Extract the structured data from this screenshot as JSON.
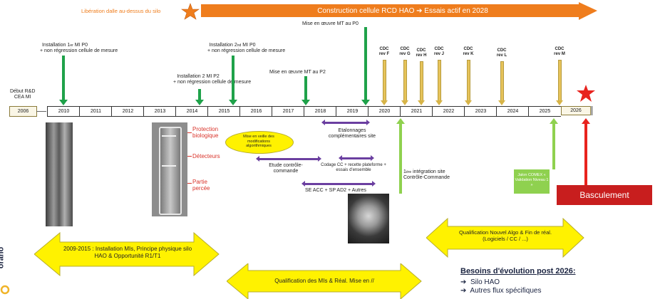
{
  "header": {
    "liberation": "Libération dalle au-dessus du silo",
    "construction": "Construction cellule RCD HAO ➔ Essais actif en 2028"
  },
  "start": {
    "label_line1": "Début R&D",
    "label_line2": "CEA MI",
    "year": "2006"
  },
  "years": [
    "2010",
    "2011",
    "2012",
    "2013",
    "2014",
    "2015",
    "2016",
    "2017",
    "2018",
    "2019",
    "2020",
    "2021",
    "2022",
    "2023",
    "2024",
    "2025",
    "2026"
  ],
  "milestones": {
    "install1_line1": "Installation 1",
    "install1_sup": "er",
    "install1_rest": " MI P0",
    "install1_line2": "+ non régression cellule de mesure",
    "install2mi_line1": "Installation  2 MI P2",
    "install2mi_line2": "+ non régression cellule de mesure",
    "install2nd_line1": "Installation 2",
    "install2nd_sup": "nd",
    "install2nd_rest": " MI P0",
    "install2nd_line2": "+ non régression cellule de mesure",
    "mes_p2": "Mise en œuvre  MT au P2",
    "mes_p0": "Mise en œuvre  MT au P0"
  },
  "cdc": [
    {
      "line1": "CDC",
      "line2": "rev F"
    },
    {
      "line1": "CDC",
      "line2": "rev G"
    },
    {
      "line1": "CDC",
      "line2": "rev H"
    },
    {
      "line1": "CDC",
      "line2": "rev J"
    },
    {
      "line1": "CDC",
      "line2": "rev K"
    },
    {
      "line1": "CDC",
      "line2": "rev L"
    },
    {
      "line1": "CDC",
      "line2": "rev M"
    }
  ],
  "photo_labels": {
    "protection": "Protection biologique",
    "detecteurs": "Détecteurs",
    "partie": "Partie percée"
  },
  "veille": "Mise en veille des modifications algorithmiques",
  "activities": {
    "etalonnages": "Etalonnages complémentaires site",
    "etude": "Etude contrôle-commande",
    "codage": "Codage CC + recette plateforme + essais d'ensemble",
    "se_acc": "SE ACC + SP AD2 + Autres",
    "integration_sup": "ère",
    "integration_pre": "1",
    "integration_rest": " intégration site",
    "integration_line2": "Contrôle-Commande"
  },
  "jalon": "Jalon COMEX « Validation Niveau 1 »",
  "basculement": "Basculement",
  "arrows": {
    "phase1": "2009-2015 : Installation MIs, Principe physique silo HAO & Opportunité R1/T1",
    "phase2": "Qualification des MIs & Réal. Mise en //",
    "phase3": "Qualification Nouvel Algo & Fin de réal. (Logiciels / CC / ...)"
  },
  "besoins": {
    "title": "Besoins d'évolution post 2026:",
    "items": [
      "Silo HAO",
      "Autres flux spécifiques"
    ]
  },
  "logo": "orano",
  "colors": {
    "orange": "#ef7d1d",
    "green": "#1fa24a",
    "lightgreen": "#8fd14f",
    "yellow": "#fff200",
    "purple": "#6b3fa0",
    "red": "#d9342b"
  }
}
